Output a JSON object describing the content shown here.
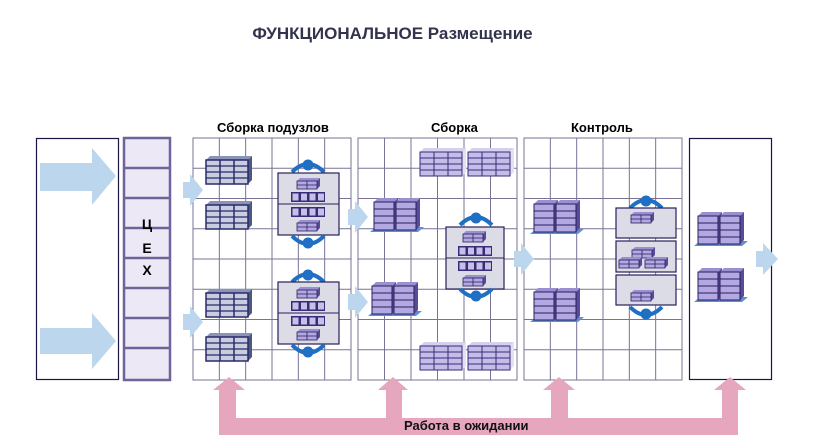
{
  "title": "ФУНКЦИОНАЛЬНОЕ Размещение",
  "sections": [
    {
      "id": "subassembly",
      "label": "Сборка подузлов"
    },
    {
      "id": "assembly",
      "label": "Сборка"
    },
    {
      "id": "control",
      "label": "Контроль"
    }
  ],
  "workshop": {
    "letters": [
      "Ц",
      "Е",
      "Х"
    ]
  },
  "waiting": {
    "label": "Работа в ожидании"
  },
  "colors": {
    "grid_line": "#7a7396",
    "box_border": "#2a1f5c",
    "workshop_fill": "#ece8f6",
    "workshop_border": "#6f6499",
    "flow_arrow": "#bcd6ee",
    "wait_arrow": "#e6a6bd",
    "rotate_arrow": "#1f6fc4",
    "machine_fill": "#dcdce6",
    "crate_fill": "#b8b2de",
    "crate_gray": "#c9cde0"
  }
}
